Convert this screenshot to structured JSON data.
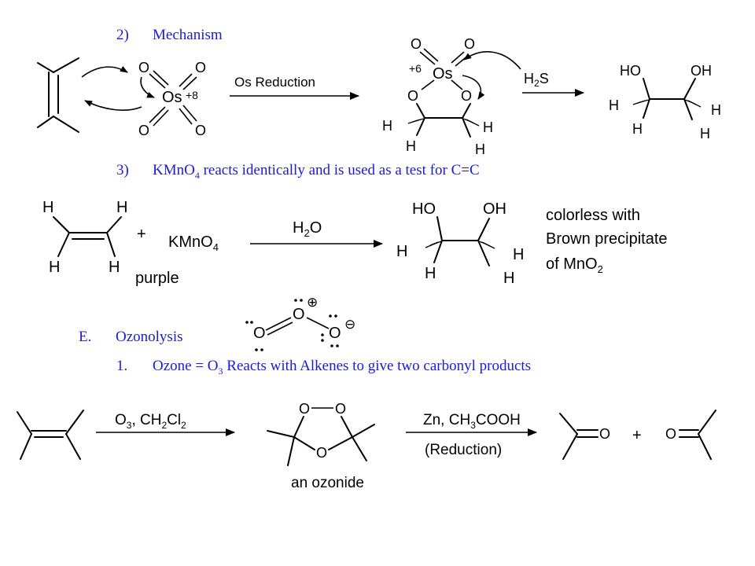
{
  "headings": {
    "mechanism": {
      "num": "2)",
      "text": "Mechanism"
    },
    "kmno4": {
      "num": "3)",
      "text_pre": "KMnO",
      "text_sub": "4",
      "text_post": " reacts identically and is used as a test for C=C"
    },
    "ozonolysis": {
      "num": "E.",
      "text": "Ozonolysis"
    },
    "ozone": {
      "num": "1.",
      "text_pre": "Ozone = O",
      "text_sub": "3",
      "text_post": " Reacts with Alkenes to give two carbonyl products"
    }
  },
  "scheme1": {
    "o": "O",
    "os": "Os",
    "ox_plus8": "+8",
    "ox_plus6": "+6",
    "arrow_label": "Os Reduction",
    "h2s": {
      "pre": "H",
      "sub": "2",
      "post": "S"
    },
    "h": "H",
    "ho": "HO",
    "oh": "OH"
  },
  "scheme2": {
    "h": "H",
    "plus": "+",
    "kmno4": {
      "pre": "KMnO",
      "sub": "4"
    },
    "purple": "purple",
    "h2o": {
      "pre": "H",
      "sub": "2",
      "post": "O"
    },
    "ho": "HO",
    "oh": "OH",
    "result_line1": "colorless with",
    "result_line2": "Brown precipitate",
    "result_line3_pre": "of MnO",
    "result_line3_sub": "2"
  },
  "scheme3": {
    "o": "O",
    "ozone_plus": "⊕",
    "ozone_minus": "⊖",
    "reagent1": {
      "pre": "O",
      "sub1": "3",
      "mid": ", CH",
      "sub2": "2",
      "post": "Cl",
      "sub3": "2"
    },
    "ozonide_label": "an ozonide",
    "reagent2": {
      "pre": "Zn, CH",
      "sub": "3",
      "post": "COOH"
    },
    "reagent2_note": "(Reduction)",
    "plus": "+"
  },
  "colors": {
    "heading_text": "#1a1adc",
    "structures": "#000000"
  }
}
